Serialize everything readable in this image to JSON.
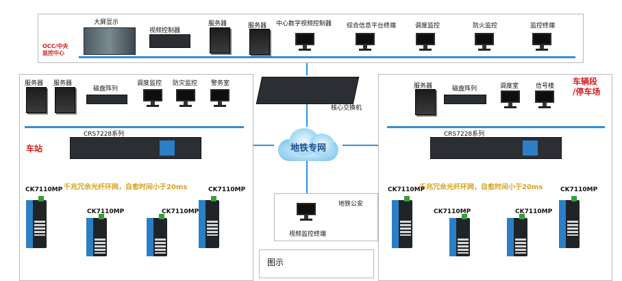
{
  "occ": {
    "zone_label": "OCC/中央\n监控中心",
    "devices": [
      "大屏显示",
      "视频控制器",
      "服务器",
      "服务器",
      "中心数字视频控制器",
      "综合信息平台终端",
      "调度监控",
      "防火监控",
      "监控终端"
    ]
  },
  "core": {
    "label": "核心交换机"
  },
  "cloud": {
    "label": "地铁专网"
  },
  "station": {
    "title": "车站",
    "devices": [
      "服务器",
      "服务器",
      "磁盘阵列",
      "调度监控",
      "防灾监控",
      "警务室"
    ],
    "switch_label": "CRS7228系列",
    "ring_text": "千兆冗余光纤环网，自愈时间小于20ms",
    "nodes": [
      "CK7110MP",
      "CK7110MP",
      "CK7110MP",
      "CK7110MP"
    ]
  },
  "depot": {
    "title": "车辆段\n/停车场",
    "devices": [
      "服务器",
      "磁盘阵列",
      "调度室",
      "信号楼"
    ],
    "switch_label": "CRS7228系列",
    "ring_text": "千兆冗余光纤环网，自愈时间小于20ms",
    "nodes": [
      "CK7110MP",
      "CK7110MP",
      "CK7110MP",
      "CK7110MP"
    ]
  },
  "police": {
    "title": "地铁公安",
    "terminal": "视频监控终端"
  },
  "legend": {
    "title": "图示"
  }
}
